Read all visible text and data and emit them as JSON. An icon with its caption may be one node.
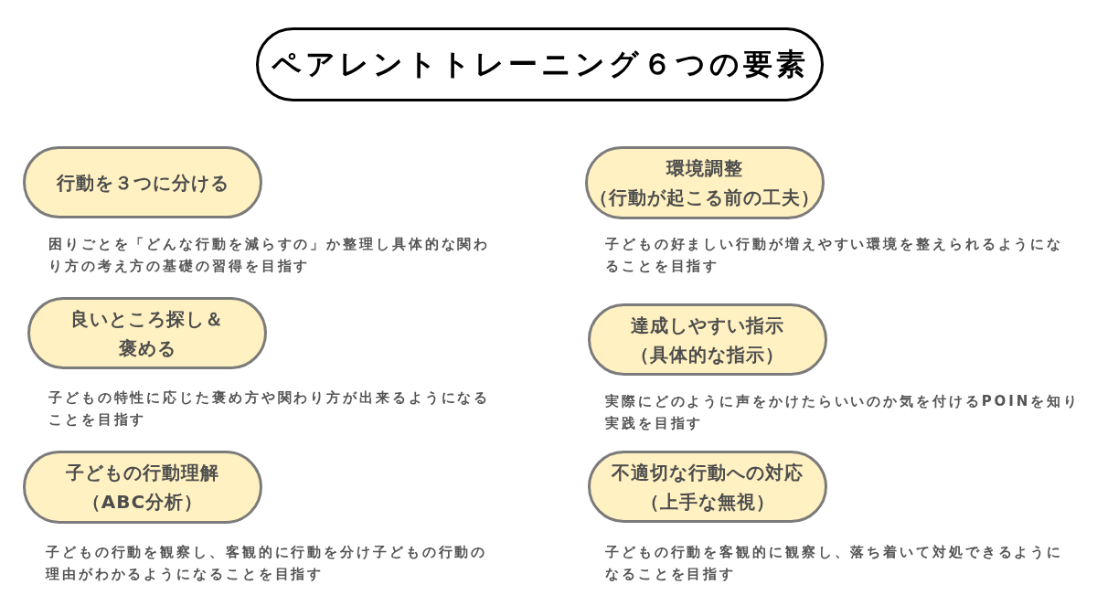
{
  "diagram": {
    "title": "ペアレントトレーニング６つの要素",
    "nodes": [
      {
        "text": [
          "行動を３つに分ける"
        ],
        "beside": [
          "困りごとを「どんな行動を減らすの」か整理し具体的な関わり方の考え方の基礎の習得を目指す"
        ]
      },
      {
        "text": [
          "良いところ探し＆褒める"
        ],
        "beside": [
          "子どもの特性に応じた褒め方や関わり方が出来るようになることを目指す"
        ]
      },
      {
        "text": [
          "子どもの行動理解",
          "（ABC分析）"
        ],
        "beside": [
          "子どもの行動を観察し、客観的に行動を分け子どもの行動の理由がわかるようになることを目指す"
        ]
      },
      {
        "text": [
          "環境調整",
          "（行動が起こる前の工夫）"
        ],
        "beside": [
          "子どもの好ましい行動が増えやすい環境を整えられるようになることを目指す"
        ]
      },
      {
        "text": [
          "達成しやすい指示",
          "（具体的な指示）"
        ],
        "beside": [
          "実際にどのように声をかけたらいいのか気を付けるPOINを知り実践を目指す"
        ]
      },
      {
        "text": [
          "不適切な行動への対応",
          "（上手な無視）"
        ],
        "beside": [
          "子どもの行動を客観的に観察し、落ち着いて対処できるようになることを目指す"
        ]
      }
    ]
  }
}
